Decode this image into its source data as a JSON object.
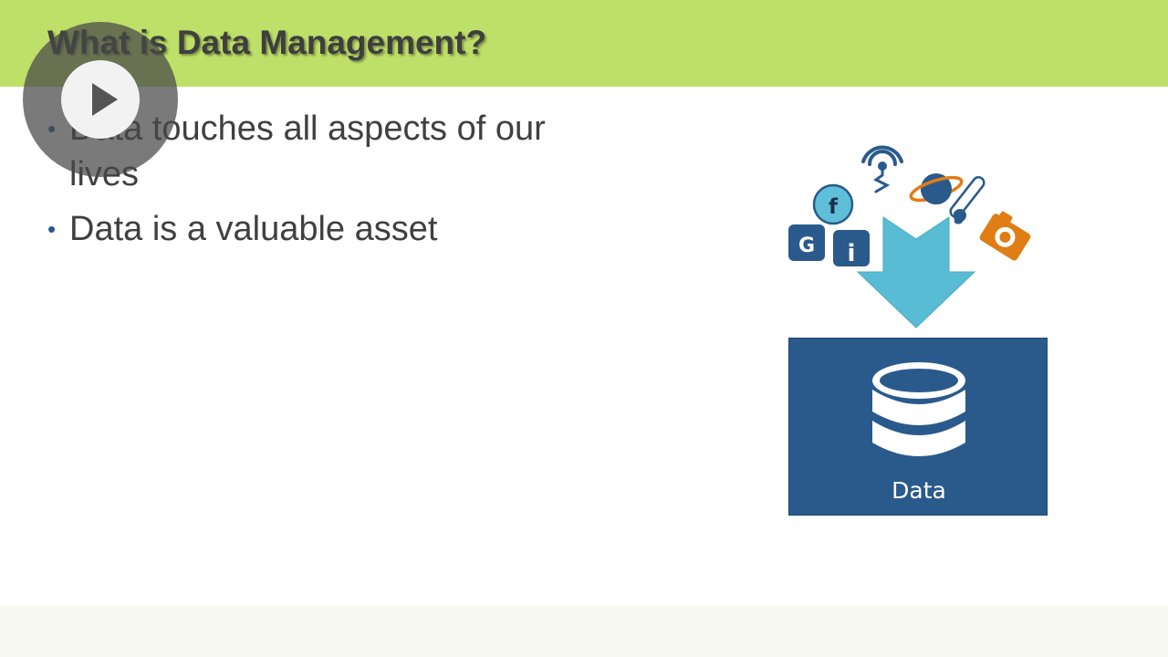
{
  "slide": {
    "title": "What is Data Management?",
    "bullets": [
      "Data touches all aspects of our lives",
      "Data is a valuable asset"
    ],
    "bullet_marker": "•"
  },
  "illustration": {
    "box_label": "Data",
    "icons": [
      "antenna-icon",
      "facebook-icon",
      "google-icon",
      "info-icon",
      "planet-icon",
      "test-tube-icon",
      "camera-icon",
      "down-arrow-icon",
      "database-icon"
    ],
    "badge_letters": {
      "facebook": "f",
      "google": "G",
      "info": "i"
    }
  },
  "player": {
    "overlay_icon": "play-icon"
  },
  "colors": {
    "header": "#bedf68",
    "navy": "#2a5a8c",
    "arrow": "#58bcd4",
    "orange": "#e07d14",
    "light_blue_badge": "#5fbfd9",
    "footer": "#f8f8f2"
  }
}
